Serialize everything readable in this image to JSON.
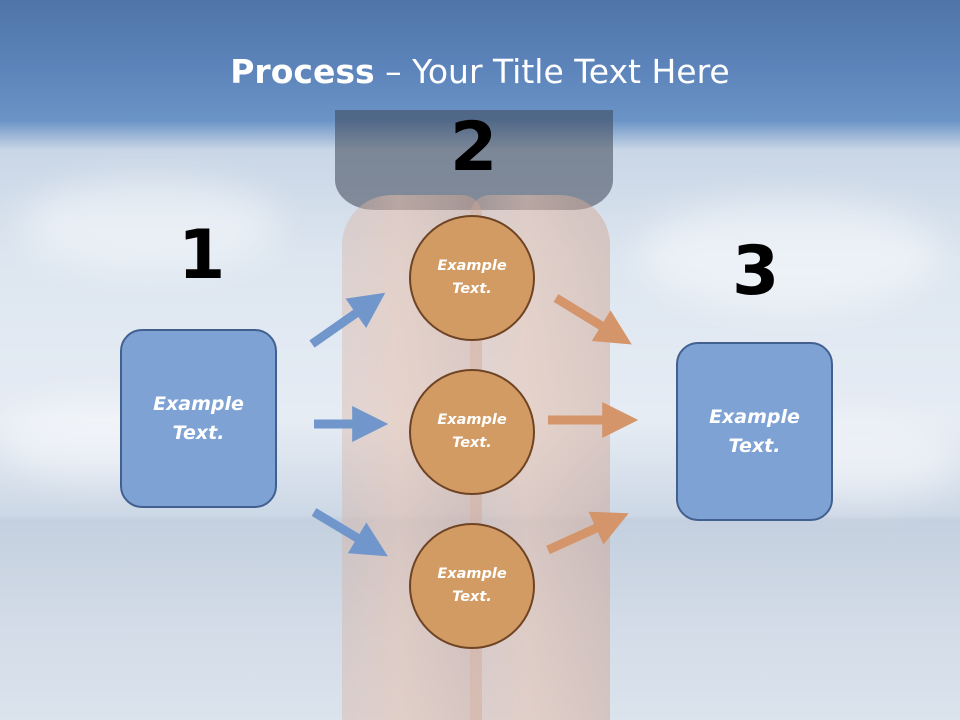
{
  "title": {
    "bold": "Process",
    "rest": " – Your Title Text Here"
  },
  "steps": {
    "one": "1",
    "two": "2",
    "three": "3"
  },
  "left_box": {
    "text": "Example Text."
  },
  "circles": [
    {
      "text": "Example Text."
    },
    {
      "text": "Example Text."
    },
    {
      "text": "Example Text."
    }
  ],
  "right_box": {
    "text": "Example Text."
  },
  "colors": {
    "box_fill": "#7ea2d4",
    "box_border": "#42608f",
    "circle_fill": "#d29b63",
    "circle_border": "#6e4424",
    "blue_arrow": "#7096cc",
    "orange_arrow": "#d4956a"
  }
}
